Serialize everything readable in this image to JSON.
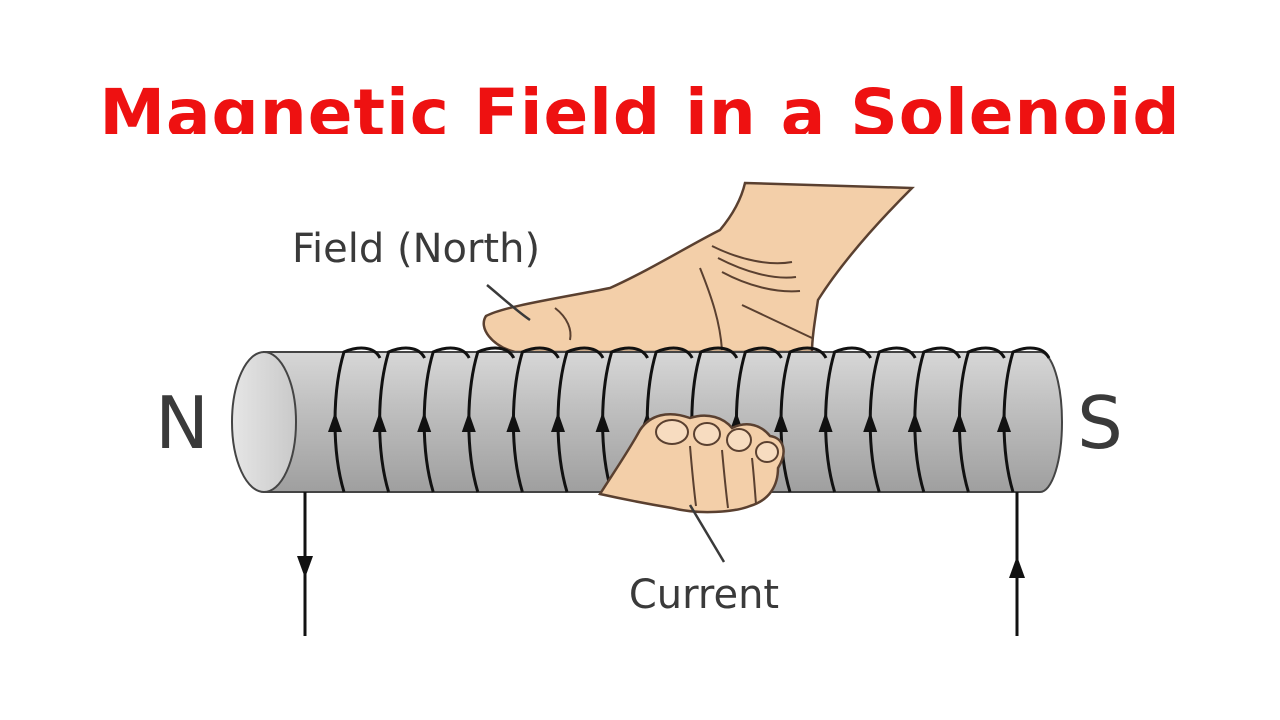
{
  "title": "Magnetic Field in a Solenoid",
  "labels": {
    "field": "Field (North)",
    "current": "Current",
    "north_pole": "N",
    "south_pole": "S"
  },
  "colors": {
    "title": "#ee1111",
    "rod": "#b9b9b9",
    "coil": "#111111",
    "skin": "#f3cfa9"
  }
}
